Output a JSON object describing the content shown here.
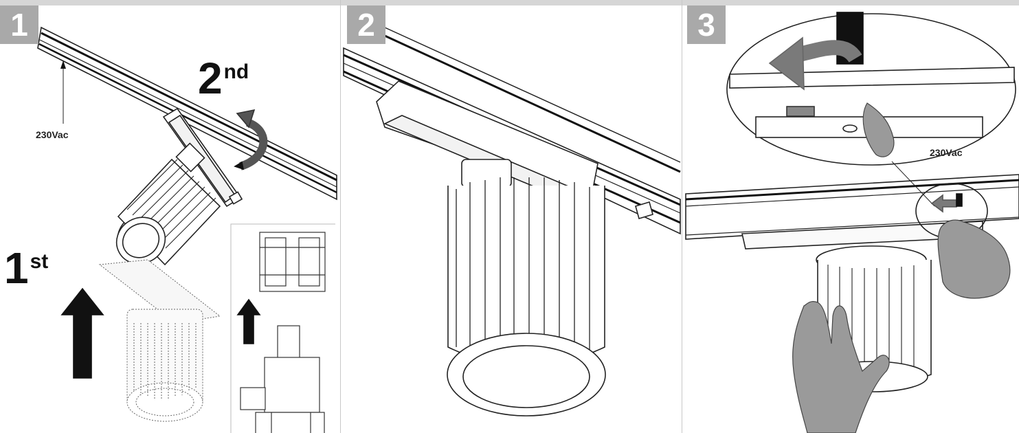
{
  "steps": [
    {
      "number": "1",
      "first_label": "1",
      "first_suffix": "st",
      "second_label": "2",
      "second_suffix": "nd",
      "voltage": "230Vac"
    },
    {
      "number": "2"
    },
    {
      "number": "3",
      "voltage": "230Vac"
    }
  ],
  "icons": [
    "arrow-up-icon",
    "rotate-arrow-icon",
    "arrow-left-icon",
    "hand-icon"
  ],
  "colors": {
    "badge": "#a9a9a9",
    "arrow_dark": "#111111",
    "arrow_grey": "#7a7a7a",
    "hand": "#9a9a9a"
  }
}
